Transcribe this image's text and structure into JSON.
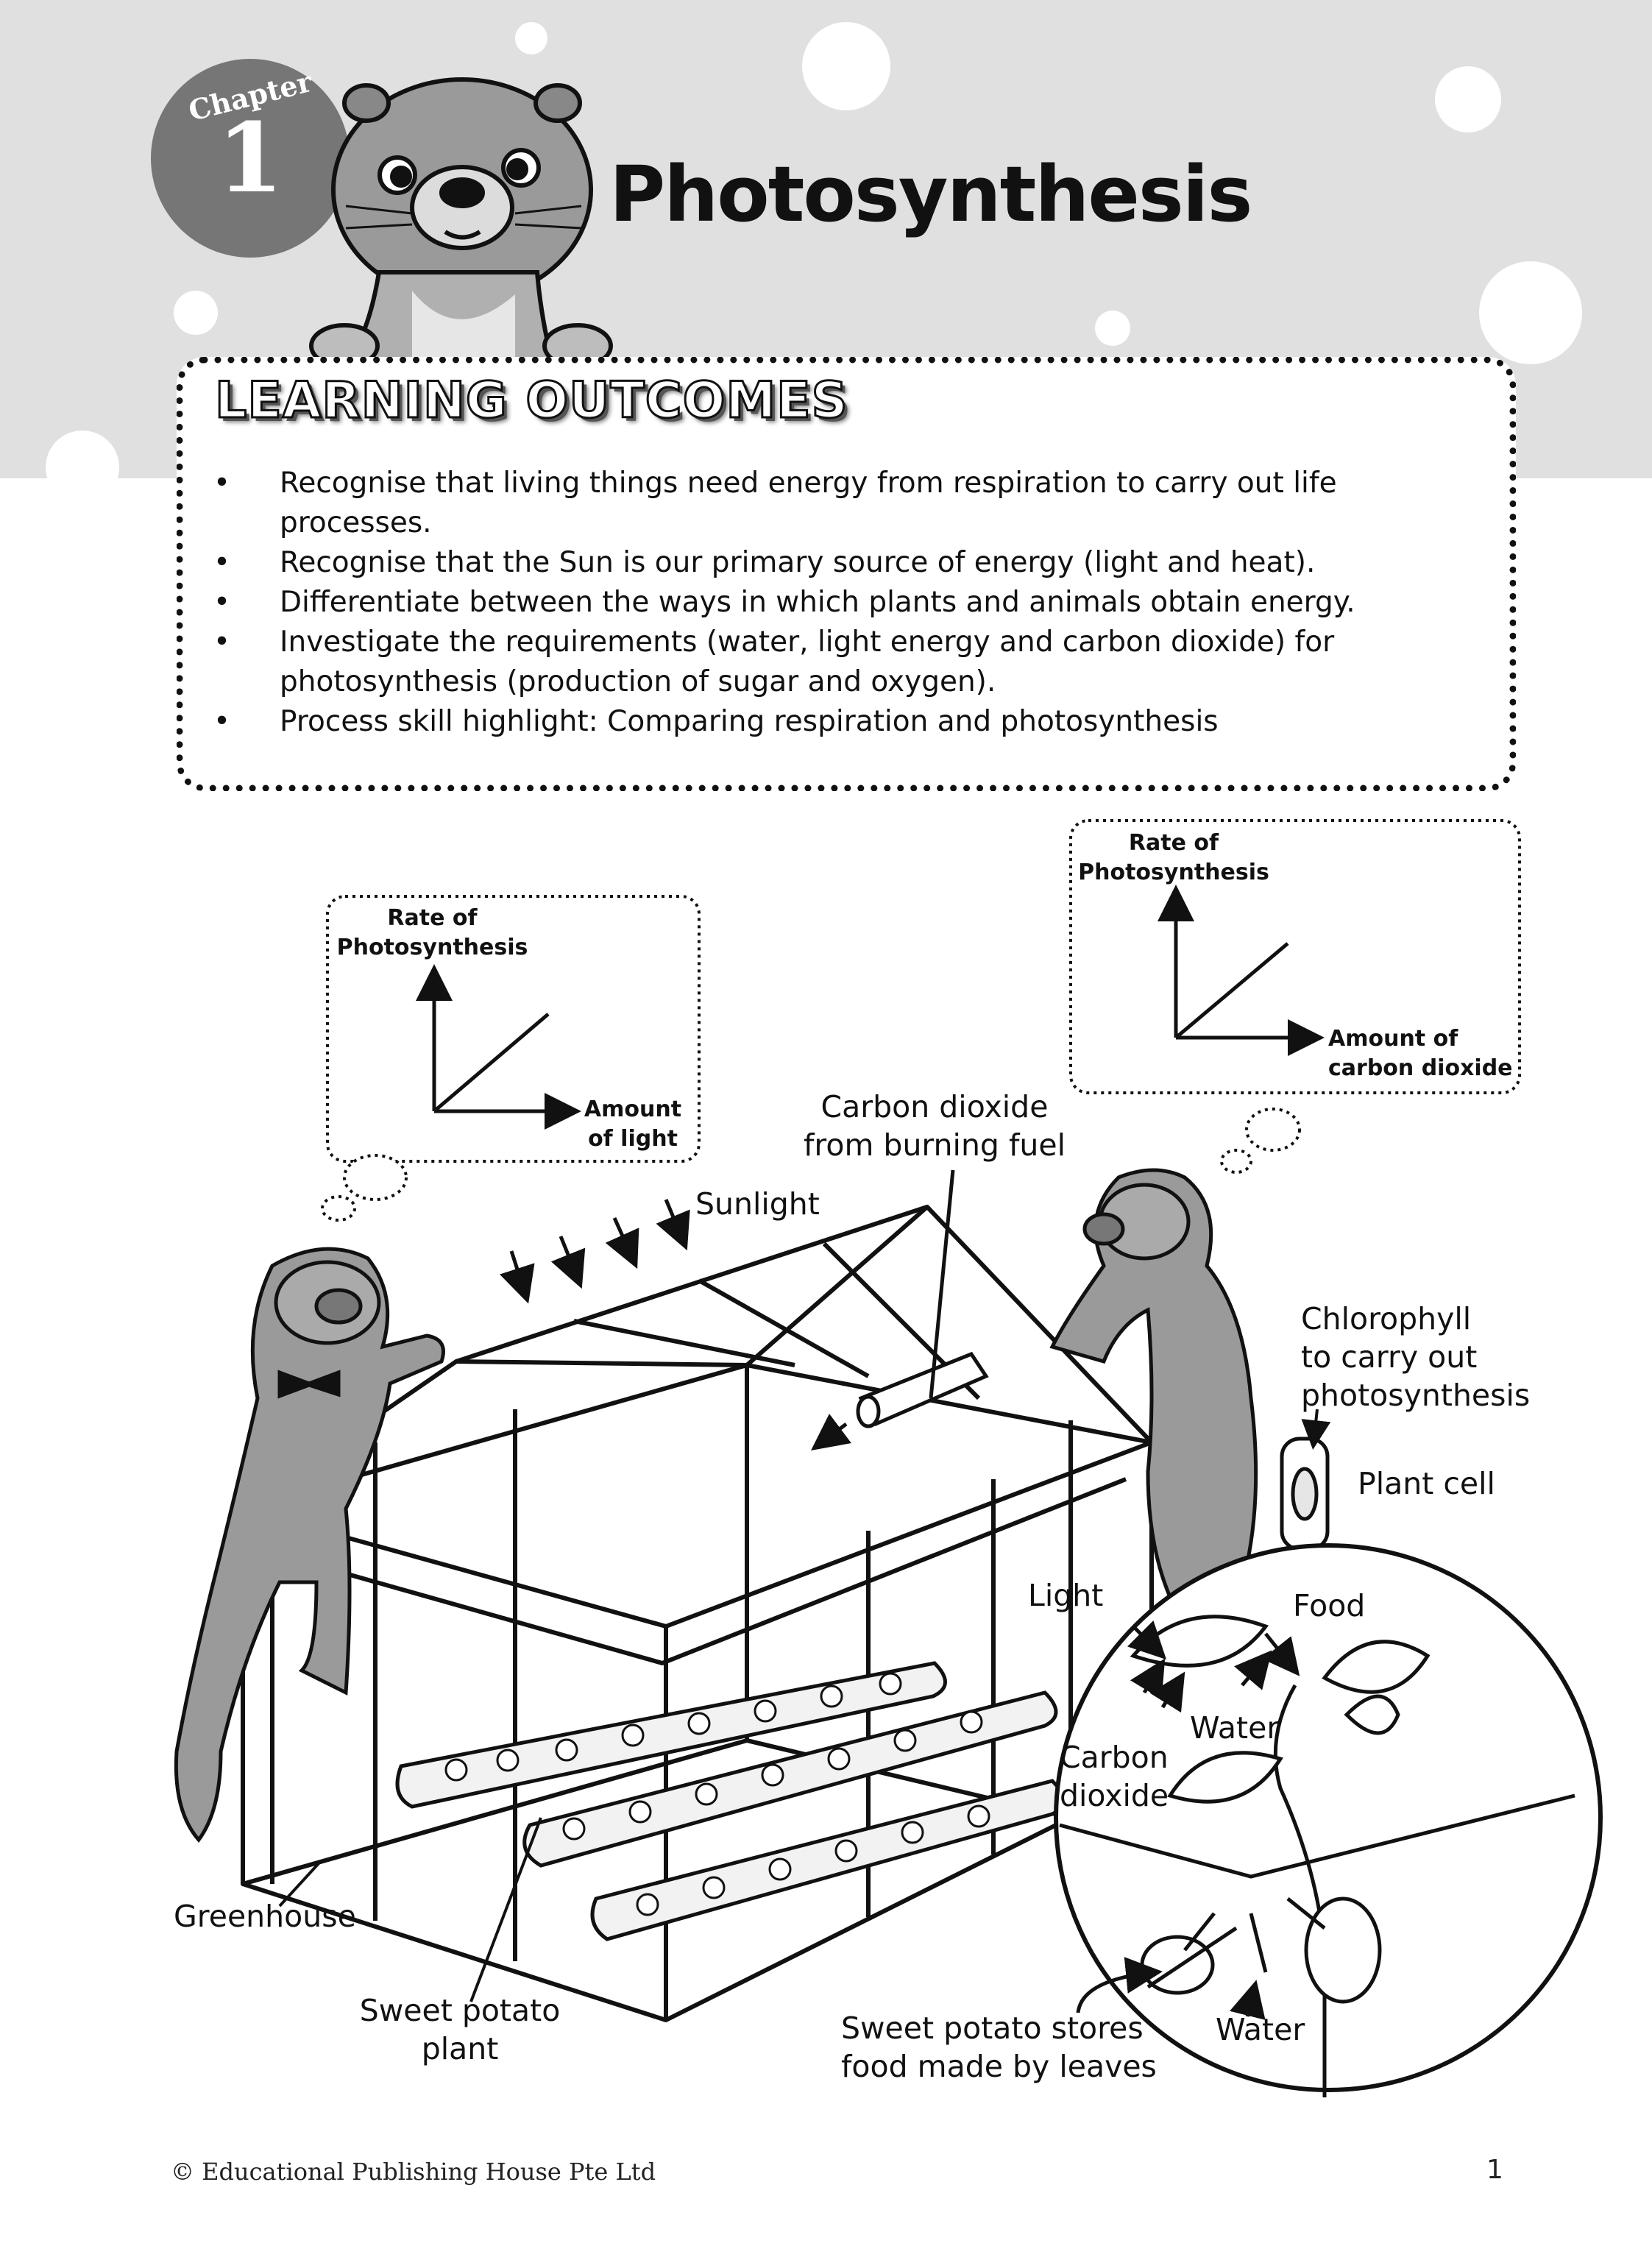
{
  "header": {
    "chapter_word": "Chapter",
    "chapter_number": "1",
    "title": "Photosynthesis"
  },
  "learning_outcomes": {
    "heading": "LEARNING OUTCOMES",
    "items": [
      "Recognise that living things need energy from respiration to carry out life processes.",
      "Recognise that the Sun is our primary source of energy (light and heat).",
      "Differentiate between the ways in which plants and animals obtain energy.",
      "Investigate the requirements (water, light energy and carbon dioxide) for photosynthesis (production of sugar and oxygen).",
      "Process skill highlight: Comparing respiration and photosynthesis"
    ]
  },
  "graph_light": {
    "y_label_line1": "Rate of",
    "y_label_line2": "Photosynthesis",
    "x_label_line1": "Amount",
    "x_label_line2": "of light"
  },
  "graph_co2": {
    "y_label_line1": "Rate of",
    "y_label_line2": "Photosynthesis",
    "x_label_line1": "Amount of",
    "x_label_line2": "carbon dioxide"
  },
  "illustration_labels": {
    "sunlight": "Sunlight",
    "co2_fuel_line1": "Carbon dioxide",
    "co2_fuel_line2": "from burning fuel",
    "chlorophyll_line1": "Chlorophyll",
    "chlorophyll_line2": "to carry out",
    "chlorophyll_line3": "photosynthesis",
    "plant_cell": "Plant cell",
    "light": "Light",
    "food": "Food",
    "water_top": "Water",
    "carbon_line1": "Carbon",
    "carbon_line2": "dioxide",
    "greenhouse": "Greenhouse",
    "sweet_potato_line1": "Sweet potato",
    "sweet_potato_line2": "plant",
    "stores_line1": "Sweet potato stores",
    "stores_line2": "food made by leaves",
    "water_bottom": "Water"
  },
  "footer": {
    "copyright": "© Educational Publishing House Pte Ltd",
    "page_number": "1"
  }
}
